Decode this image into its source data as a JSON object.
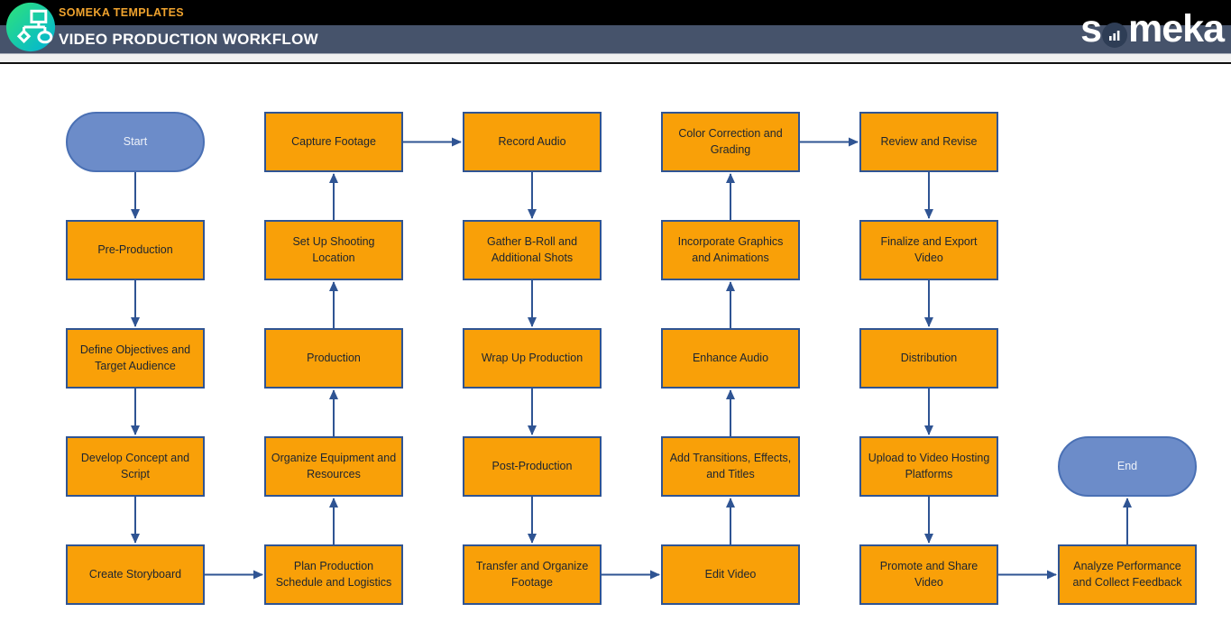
{
  "header": {
    "brand": "SOMEKA TEMPLATES",
    "title": "VIDEO PRODUCTION WORKFLOW",
    "logo_prefix": "s",
    "logo_suffix": "meka",
    "logo_icons": [
      "flowchart-icon",
      "bar-chart-icon"
    ]
  },
  "colors": {
    "process_fill": "#F9A008",
    "process_border": "#2F5493",
    "terminal_fill": "#6C8CC9",
    "terminal_border": "#4A70B4",
    "arrow": "#2F5493",
    "header_bar": "#46536B",
    "top_bar": "#000000",
    "brand_text": "#F0A32E",
    "logo_gradient_from": "#2FE379",
    "logo_gradient_to": "#00B2D8"
  },
  "flowchart": {
    "nodes": [
      {
        "id": "start",
        "label": "Start",
        "type": "terminal",
        "col": 1,
        "row": 1
      },
      {
        "id": "pre-production",
        "label": "Pre-Production",
        "type": "process",
        "col": 1,
        "row": 2
      },
      {
        "id": "define-objectives",
        "label": "Define Objectives and\nTarget Audience",
        "type": "process",
        "col": 1,
        "row": 3
      },
      {
        "id": "develop-concept",
        "label": "Develop Concept and\nScript",
        "type": "process",
        "col": 1,
        "row": 4
      },
      {
        "id": "create-storyboard",
        "label": "Create Storyboard",
        "type": "process",
        "col": 1,
        "row": 5
      },
      {
        "id": "capture-footage",
        "label": "Capture Footage",
        "type": "process",
        "col": 2,
        "row": 1
      },
      {
        "id": "setup-location",
        "label": "Set Up Shooting\nLocation",
        "type": "process",
        "col": 2,
        "row": 2
      },
      {
        "id": "production",
        "label": "Production",
        "type": "process",
        "col": 2,
        "row": 3
      },
      {
        "id": "organize-equipment",
        "label": "Organize Equipment and\nResources",
        "type": "process",
        "col": 2,
        "row": 4
      },
      {
        "id": "plan-schedule",
        "label": "Plan Production\nSchedule and Logistics",
        "type": "process",
        "col": 2,
        "row": 5
      },
      {
        "id": "record-audio",
        "label": "Record Audio",
        "type": "process",
        "col": 3,
        "row": 1
      },
      {
        "id": "gather-broll",
        "label": "Gather B-Roll and\nAdditional Shots",
        "type": "process",
        "col": 3,
        "row": 2
      },
      {
        "id": "wrap-up",
        "label": "Wrap Up Production",
        "type": "process",
        "col": 3,
        "row": 3
      },
      {
        "id": "post-production",
        "label": "Post-Production",
        "type": "process",
        "col": 3,
        "row": 4
      },
      {
        "id": "transfer-footage",
        "label": "Transfer and Organize\nFootage",
        "type": "process",
        "col": 3,
        "row": 5
      },
      {
        "id": "color-correction",
        "label": "Color Correction and\nGrading",
        "type": "process",
        "col": 4,
        "row": 1
      },
      {
        "id": "incorporate-graphics",
        "label": "Incorporate Graphics\nand Animations",
        "type": "process",
        "col": 4,
        "row": 2
      },
      {
        "id": "enhance-audio",
        "label": "Enhance Audio",
        "type": "process",
        "col": 4,
        "row": 3
      },
      {
        "id": "add-transitions",
        "label": "Add Transitions, Effects,\nand Titles",
        "type": "process",
        "col": 4,
        "row": 4
      },
      {
        "id": "edit-video",
        "label": "Edit Video",
        "type": "process",
        "col": 4,
        "row": 5
      },
      {
        "id": "review-revise",
        "label": "Review and Revise",
        "type": "process",
        "col": 5,
        "row": 1
      },
      {
        "id": "finalize-export",
        "label": "Finalize and Export\nVideo",
        "type": "process",
        "col": 5,
        "row": 2
      },
      {
        "id": "distribution",
        "label": "Distribution",
        "type": "process",
        "col": 5,
        "row": 3
      },
      {
        "id": "upload-hosting",
        "label": "Upload to Video Hosting\nPlatforms",
        "type": "process",
        "col": 5,
        "row": 4
      },
      {
        "id": "promote-share",
        "label": "Promote and Share\nVideo",
        "type": "process",
        "col": 5,
        "row": 5
      },
      {
        "id": "end",
        "label": "End",
        "type": "terminal",
        "col": 6,
        "row": 4
      },
      {
        "id": "analyze-performance",
        "label": "Analyze Performance\nand Collect Feedback",
        "type": "process",
        "col": 6,
        "row": 5
      }
    ],
    "edges": [
      {
        "from": "start",
        "to": "pre-production"
      },
      {
        "from": "pre-production",
        "to": "define-objectives"
      },
      {
        "from": "define-objectives",
        "to": "develop-concept"
      },
      {
        "from": "develop-concept",
        "to": "create-storyboard"
      },
      {
        "from": "create-storyboard",
        "to": "plan-schedule"
      },
      {
        "from": "plan-schedule",
        "to": "organize-equipment"
      },
      {
        "from": "organize-equipment",
        "to": "production"
      },
      {
        "from": "production",
        "to": "setup-location"
      },
      {
        "from": "setup-location",
        "to": "capture-footage"
      },
      {
        "from": "capture-footage",
        "to": "record-audio"
      },
      {
        "from": "record-audio",
        "to": "gather-broll"
      },
      {
        "from": "gather-broll",
        "to": "wrap-up"
      },
      {
        "from": "wrap-up",
        "to": "post-production"
      },
      {
        "from": "post-production",
        "to": "transfer-footage"
      },
      {
        "from": "transfer-footage",
        "to": "edit-video"
      },
      {
        "from": "edit-video",
        "to": "add-transitions"
      },
      {
        "from": "add-transitions",
        "to": "enhance-audio"
      },
      {
        "from": "enhance-audio",
        "to": "incorporate-graphics"
      },
      {
        "from": "incorporate-graphics",
        "to": "color-correction"
      },
      {
        "from": "color-correction",
        "to": "review-revise"
      },
      {
        "from": "review-revise",
        "to": "finalize-export"
      },
      {
        "from": "finalize-export",
        "to": "distribution"
      },
      {
        "from": "distribution",
        "to": "upload-hosting"
      },
      {
        "from": "upload-hosting",
        "to": "promote-share"
      },
      {
        "from": "promote-share",
        "to": "analyze-performance"
      },
      {
        "from": "analyze-performance",
        "to": "end"
      }
    ]
  }
}
